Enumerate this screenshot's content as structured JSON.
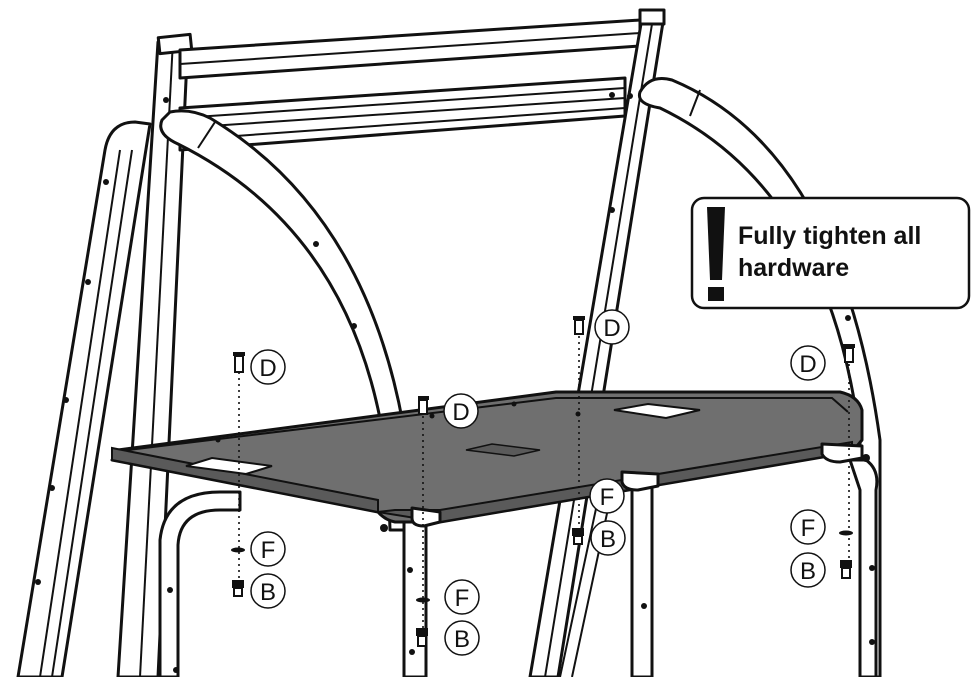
{
  "warning": {
    "icon": "exclamation-icon",
    "line1": "Fully tighten all",
    "line2": "hardware"
  },
  "hardware_labels": {
    "bolt": "D",
    "washer": "F",
    "screw": "B"
  },
  "colors": {
    "line": "#111111",
    "shelf": "#6f6f6f",
    "background": "#ffffff"
  }
}
